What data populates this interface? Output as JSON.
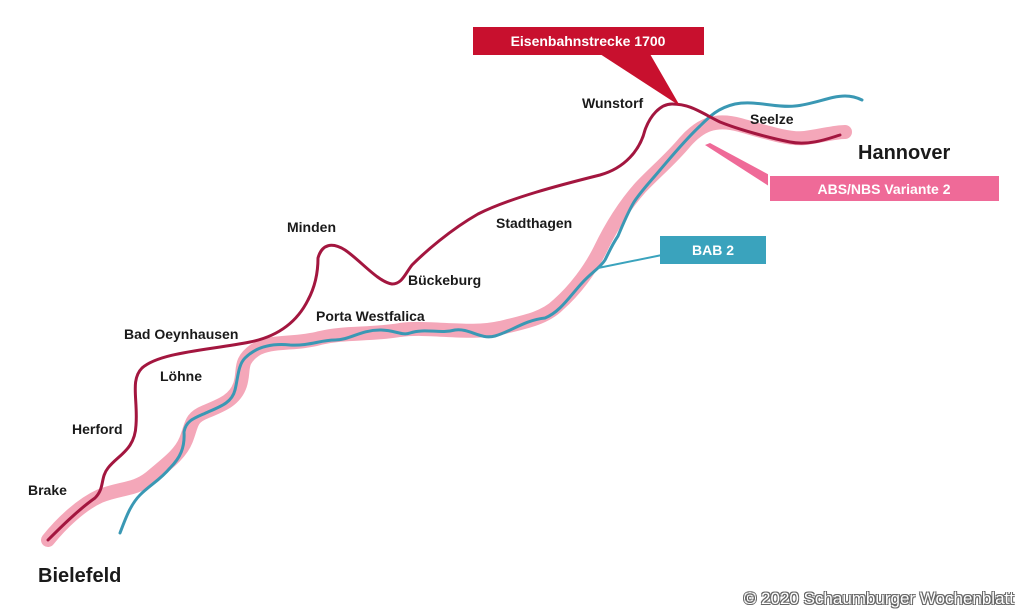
{
  "colors": {
    "rail_1700": "#a3163f",
    "abs_nbs": "#f4a7b9",
    "bab2": "#3a98b4",
    "callout_rail": "#c8102e",
    "callout_abs": "#ef6a98",
    "callout_bab": "#3aa3bd"
  },
  "callouts": {
    "rail_1700": "Eisenbahnstrecke 1700",
    "abs_nbs": "ABS/NBS Variante 2",
    "bab2": "BAB 2"
  },
  "places": {
    "wunstorf": "Wunstorf",
    "seelze": "Seelze",
    "hannover": "Hannover",
    "stadthagen": "Stadthagen",
    "minden": "Minden",
    "bueckeburg": "Bückeburg",
    "porta_westfalica": "Porta Westfalica",
    "bad_oeynhausen": "Bad Oeynhausen",
    "loehne": "Löhne",
    "herford": "Herford",
    "brake": "Brake",
    "bielefeld": "Bielefeld"
  },
  "credit": "© 2020 Schaumburger Wochenblatt"
}
